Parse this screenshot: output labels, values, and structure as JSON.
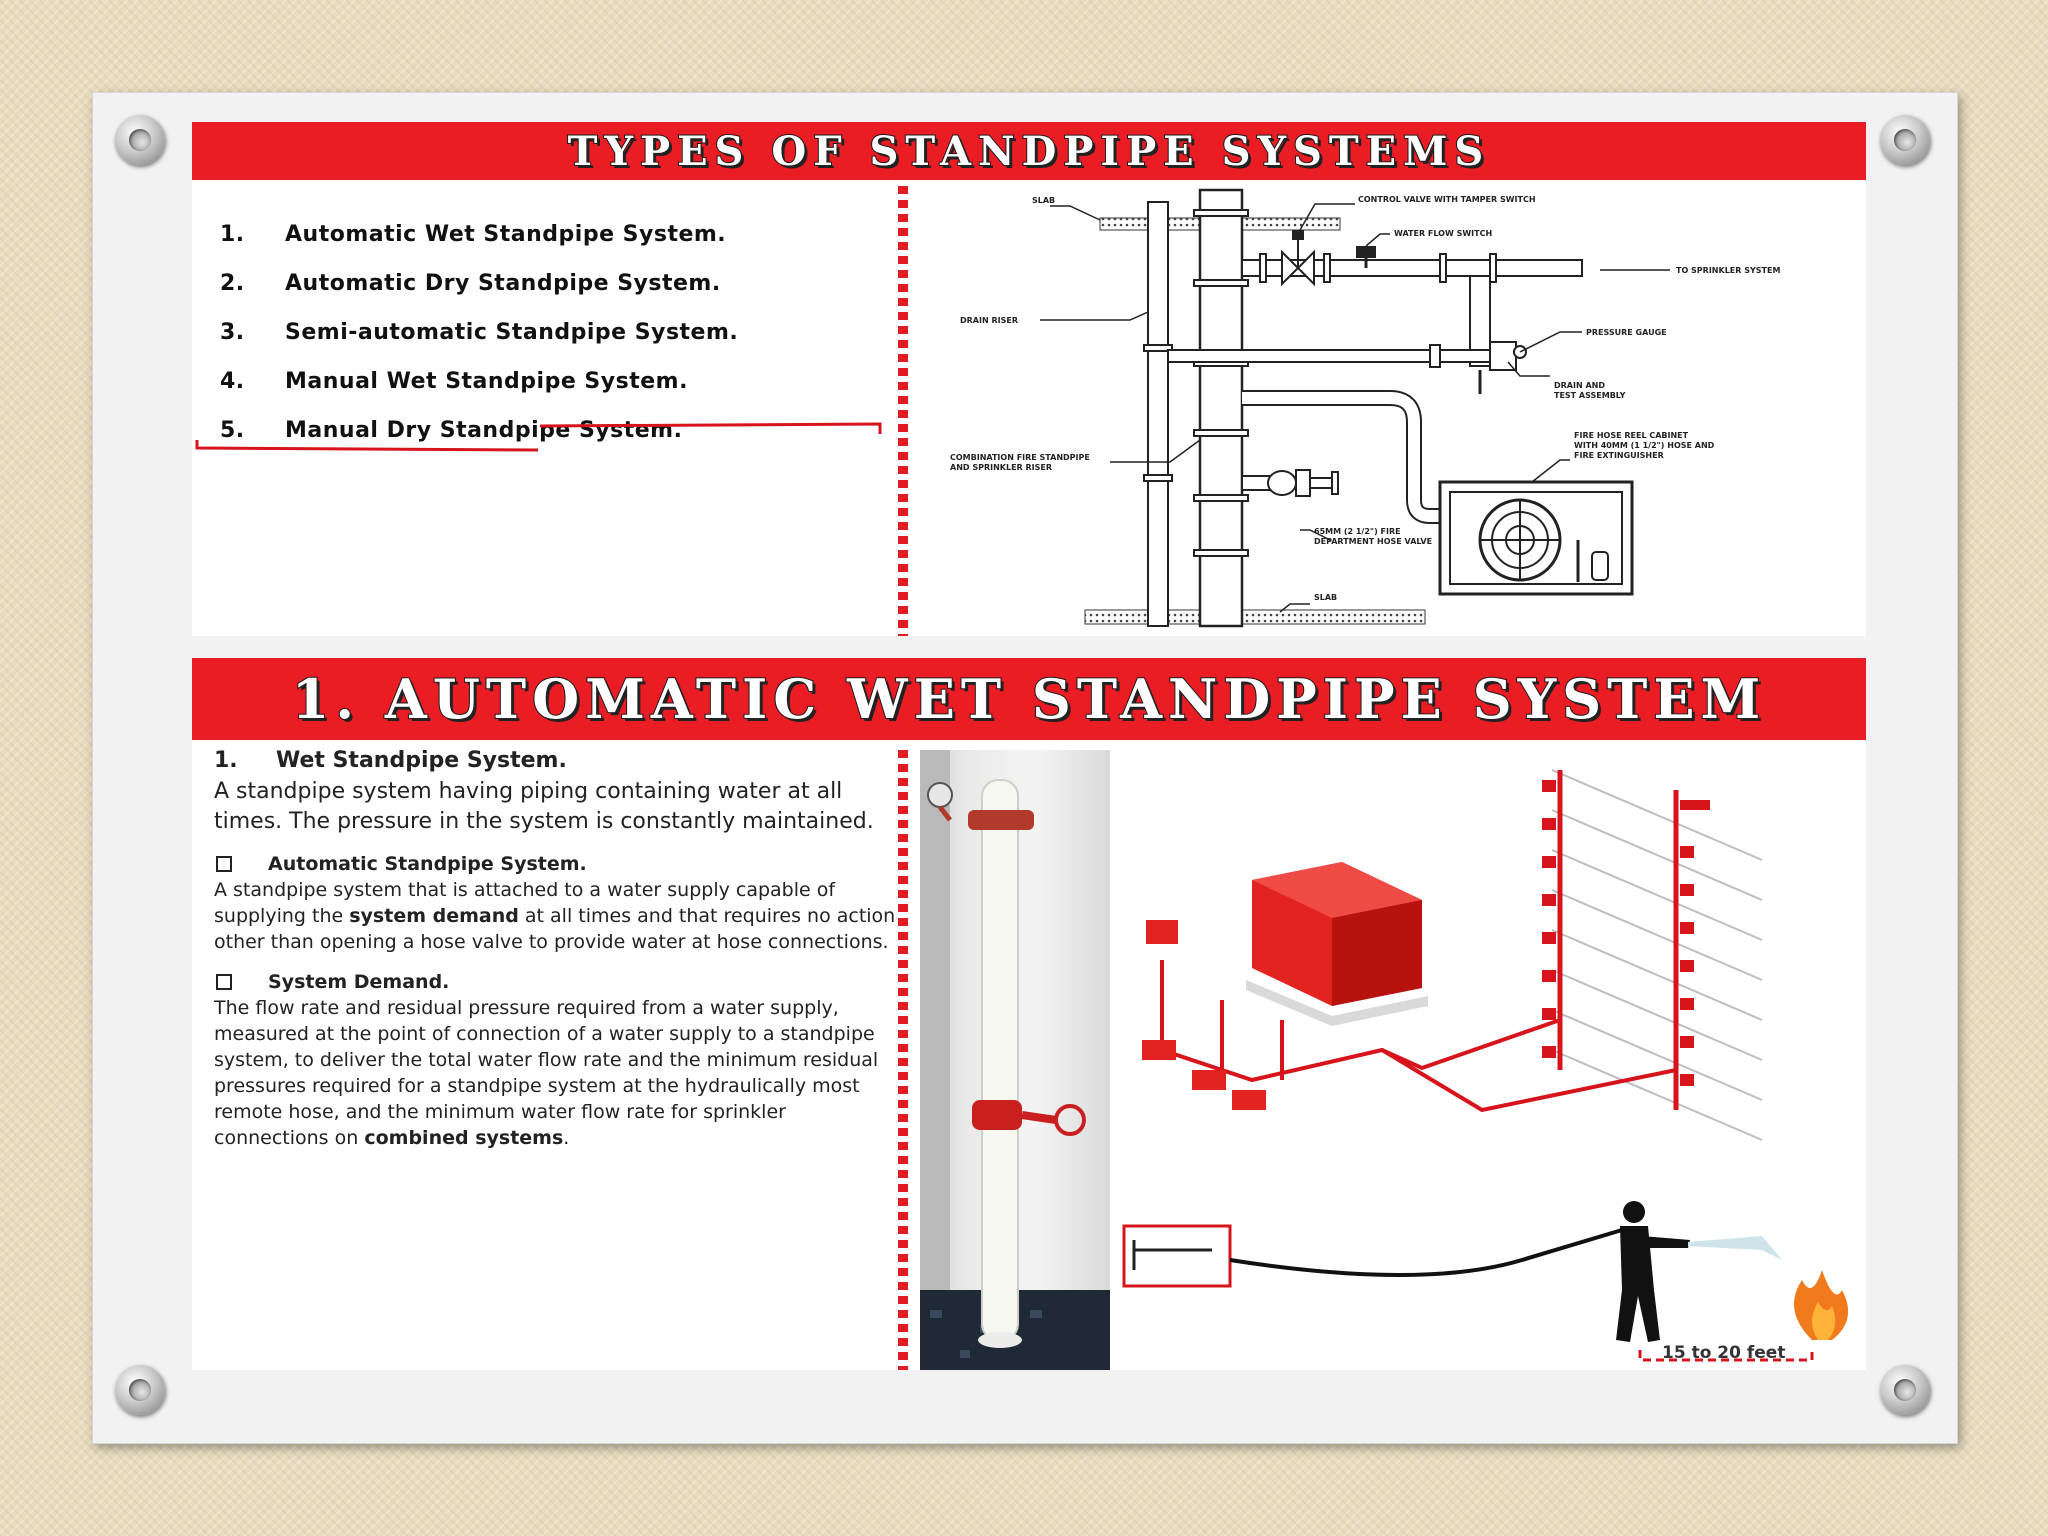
{
  "slide1": {
    "title": "TYPES OF STANDPIPE SYSTEMS",
    "items": [
      {
        "num": "1.",
        "text": "Automatic Wet Standpipe System."
      },
      {
        "num": "2.",
        "text": "Automatic Dry Standpipe System."
      },
      {
        "num": "3.",
        "text": "Semi-automatic Standpipe System."
      },
      {
        "num": "4.",
        "text": "Manual Wet Standpipe System."
      },
      {
        "num": "5.",
        "text": "Manual Dry Standpipe System."
      }
    ],
    "diagram_labels": {
      "slab_top": "SLAB",
      "control_valve": "CONTROL VALVE WITH TAMPER SWITCH",
      "water_flow": "WATER FLOW SWITCH",
      "to_sprinkler": "TO SPRINKLER SYSTEM",
      "drain_riser": "DRAIN RISER",
      "pressure_gauge": "PRESSURE GAUGE",
      "drain_test_1": "DRAIN AND",
      "drain_test_2": "TEST ASSEMBLY",
      "combo_1": "COMBINATION FIRE STANDPIPE",
      "combo_2": "AND SPRINKLER RISER",
      "cabinet_1": "FIRE HOSE REEL CABINET",
      "cabinet_2": "WITH 40MM (1 1/2\") HOSE AND",
      "cabinet_3": "FIRE EXTINGUISHER",
      "valve_1": "65MM (2 1/2\") FIRE",
      "valve_2": "DEPARTMENT HOSE VALVE",
      "slab_bottom": "SLAB"
    }
  },
  "slide2": {
    "title": "1. AUTOMATIC WET STANDPIPE SYSTEM",
    "heading_num": "1.",
    "heading": "Wet Standpipe System.",
    "intro": "A standpipe system having piping containing water at all times. The pressure in the system is constantly maintained.",
    "sub1_title": "Automatic Standpipe System.",
    "sub1_pre": "A standpipe system that is attached to a water supply capable of supplying the ",
    "sub1_bold": "system demand",
    "sub1_post": " at all times and that requires no action other than opening a hose valve to provide water at hose connections.",
    "sub2_title": "System Demand.",
    "sub2_pre": "The flow rate and residual pressure required from a water supply, measured at the point of connection of a water supply to a standpipe system, to deliver the total water flow rate and the minimum residual pressures required for a standpipe system at the hydraulically most remote hose, and the minimum water flow rate for sprinkler connections on ",
    "sub2_bold": "combined systems",
    "sub2_post": ".",
    "distance_label": "15 to 20 feet"
  },
  "colors": {
    "banner_red": "#ea1c24",
    "pipe_red": "#d7141c"
  }
}
